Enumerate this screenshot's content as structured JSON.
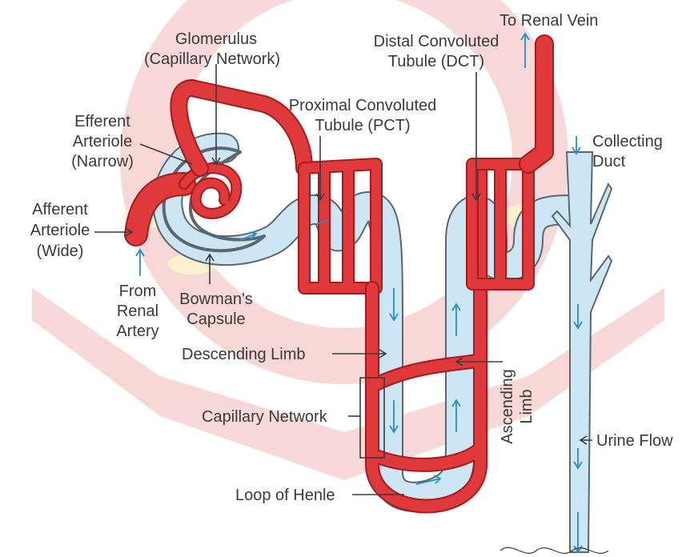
{
  "colors": {
    "blood": "#e0393b",
    "blood_outline": "#a61b1e",
    "tubule": "#cde6f4",
    "tubule_outline": "#5a6670",
    "flow_arrow": "#2a8fc4",
    "watermark_red": "#f3b8b8",
    "watermark_yellow": "#fbe7a8"
  },
  "labels": {
    "to_renal_vein": "To Renal Vein",
    "glomerulus_1": "Glomerulus",
    "glomerulus_2": "(Capillary Network)",
    "dct_1": "Distal Convoluted",
    "dct_2": "Tubule (DCT)",
    "pct_1": "Proximal Convoluted",
    "pct_2": "Tubule (PCT)",
    "efferent_1": "Efferent",
    "efferent_2": "Arteriole",
    "efferent_3": "(Narrow)",
    "collecting_1": "Collecting",
    "collecting_2": "Duct",
    "afferent_1": "Afferent",
    "afferent_2": "Arteriole",
    "afferent_3": "(Wide)",
    "from_artery_1": "From",
    "from_artery_2": "Renal",
    "from_artery_3": "Artery",
    "bowman_1": "Bowman's",
    "bowman_2": "Capsule",
    "descending_limb": "Descending Limb",
    "ascending_limb_1": "Ascending",
    "ascending_limb_2": "Limb",
    "capillary_network": "Capillary Network",
    "urine_flow": "Urine Flow",
    "loop_of_henle": "Loop of Henle"
  }
}
